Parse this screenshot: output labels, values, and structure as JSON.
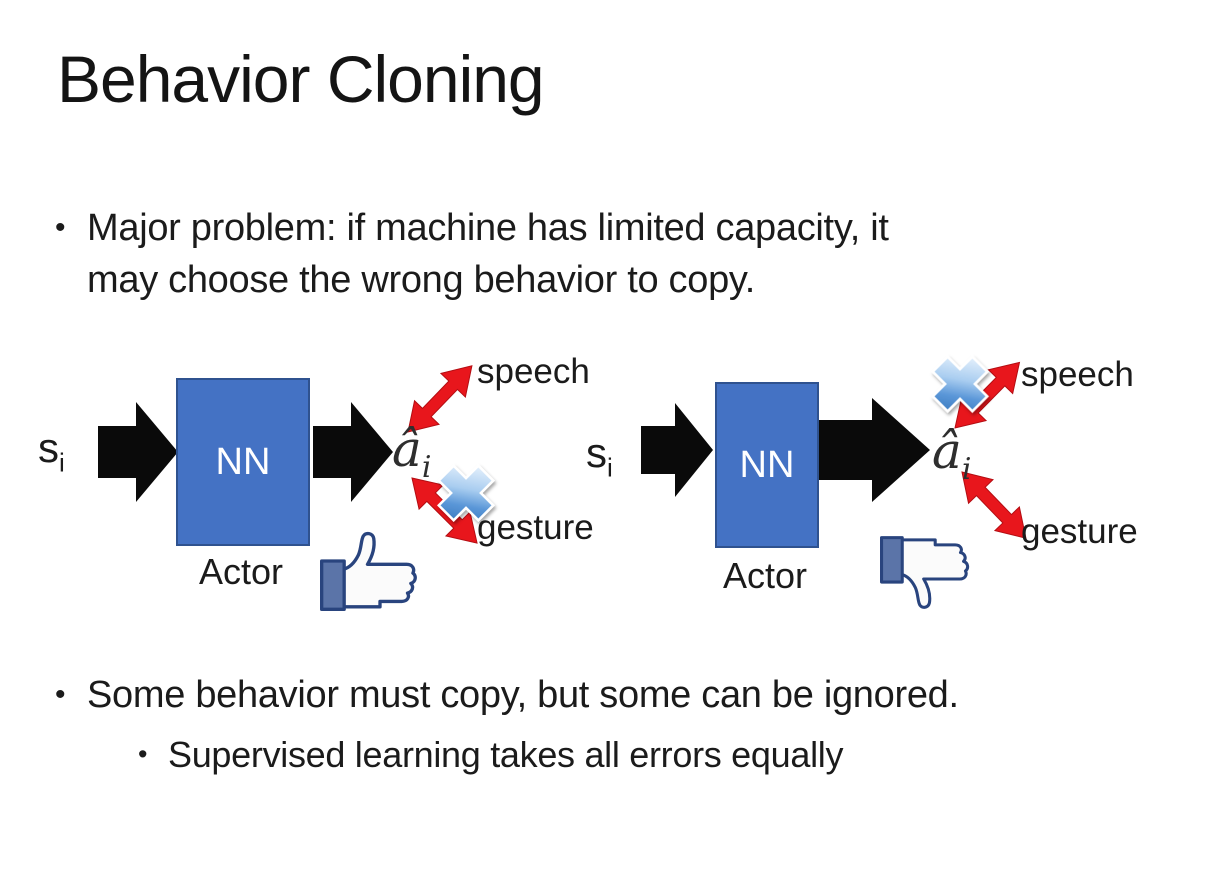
{
  "slide": {
    "title": "Behavior Cloning",
    "bullet_glyph": "•",
    "bullets": {
      "major_problem": "Major problem: if machine has limited capacity, it\nmay choose the wrong behavior to copy.",
      "some_behavior": "Some behavior must copy, but some can be ignored.",
      "supervised": "Supervised learning takes all errors equally"
    }
  },
  "diagrams": [
    {
      "side": "left",
      "input_label": "s",
      "input_subscript": "i",
      "nn_label": "NN",
      "actor_label": "Actor",
      "output_label": "â",
      "output_subscript": "i",
      "speech_label": "speech",
      "gesture_label": "gesture",
      "crossed_out_action": "gesture",
      "feedback_icon": "thumbs-up"
    },
    {
      "side": "right",
      "input_label": "s",
      "input_subscript": "i",
      "nn_label": "NN",
      "actor_label": "Actor",
      "output_label": "â",
      "output_subscript": "i",
      "speech_label": "speech",
      "gesture_label": "gesture",
      "crossed_out_action": "speech",
      "feedback_icon": "thumbs-down"
    }
  ],
  "colors": {
    "nn_box_fill": "#4472C4",
    "nn_box_border": "#2F528F",
    "black_arrow": "#0A0A0A",
    "red_arrow": "#E8161C",
    "cross_blue": "#4A8AC9",
    "thumb_outline": "#29447E",
    "thumb_sleeve": "#5B74A8",
    "text": "#1B1B1B",
    "background": "#FFFFFF"
  }
}
